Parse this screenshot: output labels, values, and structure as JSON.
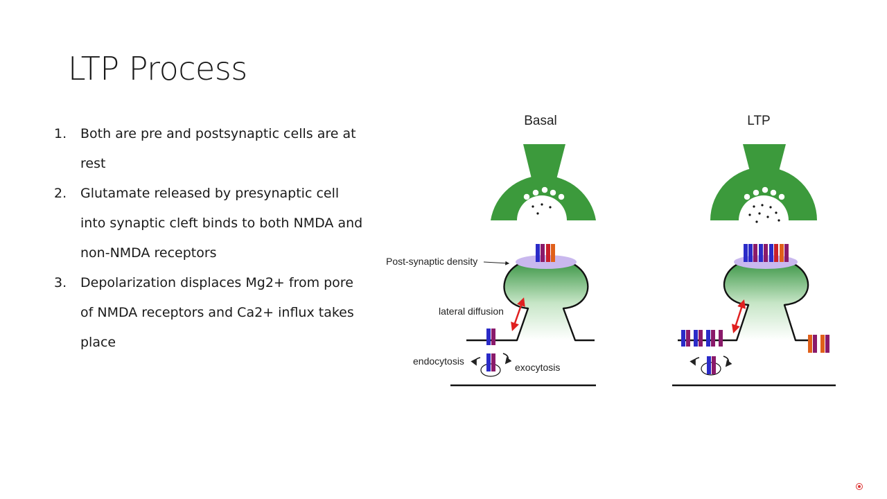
{
  "slide": {
    "title": "LTP Process"
  },
  "bullets": [
    {
      "num": "1.",
      "text": "Both are pre and postsynaptic cells are at rest"
    },
    {
      "num": "2.",
      "text": "Glutamate released by presynaptic cell into synaptic cleft binds to both NMDA and non-NMDA receptors"
    },
    {
      "num": "3.",
      "text": "Depolarization displaces Mg2+ from pore of NMDA receptors and Ca2+ influx takes place"
    }
  ],
  "diagram": {
    "panels": [
      {
        "label": "Basal"
      },
      {
        "label": "LTP"
      }
    ],
    "labels": {
      "psd": "Post-synaptic density",
      "lateral": "lateral diffusion",
      "endocytosis": "endocytosis",
      "exocytosis": "exocytosis"
    },
    "colors": {
      "presynaptic": "#3c9a3c",
      "psd": "#c9b8ee",
      "arrow": "#e02020",
      "receptor_blue": "#2b2bc8",
      "receptor_purple": "#8a1a6a",
      "receptor_red": "#c8202a",
      "receptor_orange": "#e0601a"
    }
  }
}
